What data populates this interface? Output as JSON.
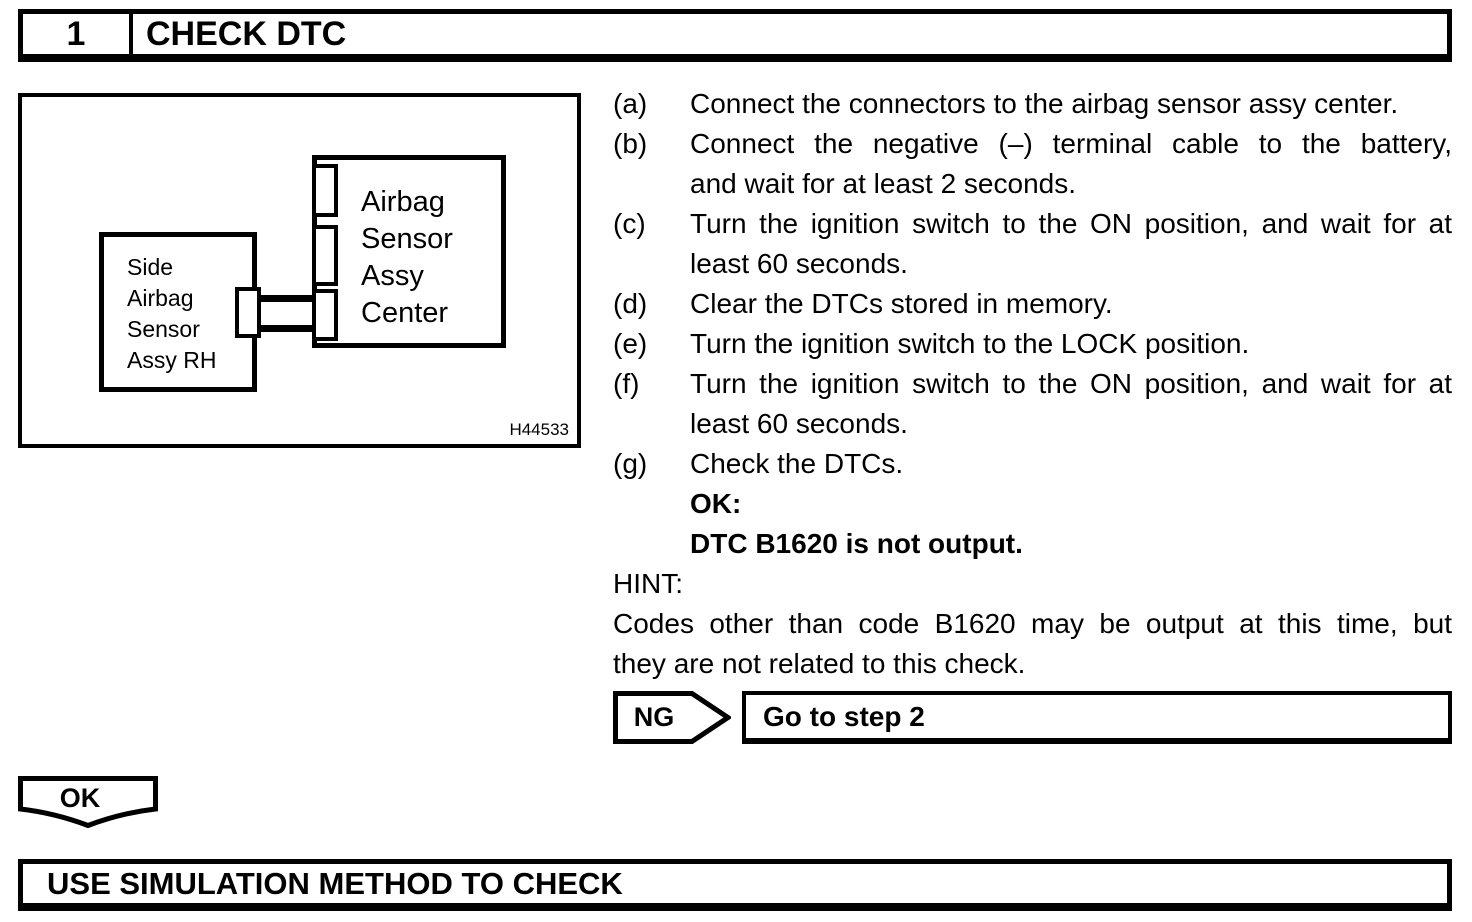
{
  "header": {
    "step_number": "1",
    "title": "CHECK DTC"
  },
  "diagram": {
    "left_box_lines": [
      "Side",
      "Airbag",
      "Sensor",
      "Assy RH"
    ],
    "right_box_lines": [
      "Airbag",
      "Sensor",
      "Assy",
      "Center"
    ],
    "figure_id": "H44533"
  },
  "steps": [
    {
      "label": "(a)",
      "lines": [
        "Connect the connectors to the airbag sensor assy center."
      ]
    },
    {
      "label": "(b)",
      "lines": [
        "Connect the negative (–) terminal cable to the battery,",
        "and wait for at least 2 seconds."
      ]
    },
    {
      "label": "(c)",
      "lines": [
        "Turn the ignition switch to the ON position, and wait for at",
        "least 60 seconds."
      ]
    },
    {
      "label": "(d)",
      "lines": [
        "Clear the DTCs stored in memory."
      ]
    },
    {
      "label": "(e)",
      "lines": [
        "Turn the ignition switch to the LOCK position."
      ]
    },
    {
      "label": "(f)",
      "lines": [
        "Turn the ignition switch to the ON position, and wait for at",
        "least 60 seconds."
      ]
    },
    {
      "label": "(g)",
      "lines": [
        "Check the DTCs."
      ]
    }
  ],
  "result": {
    "ok_label": "OK:",
    "ok_condition": "DTC B1620 is not output."
  },
  "hint": {
    "label": "HINT:",
    "lines": [
      "Codes other than code B1620 may be output at this time, but",
      "they are not related to this check."
    ]
  },
  "ng": {
    "label": "NG",
    "action": "Go to step 2"
  },
  "ok_connector": {
    "label": "OK"
  },
  "footer": {
    "title": "USE SIMULATION METHOD TO CHECK"
  },
  "colors": {
    "ink": "#000000",
    "paper": "#ffffff"
  }
}
